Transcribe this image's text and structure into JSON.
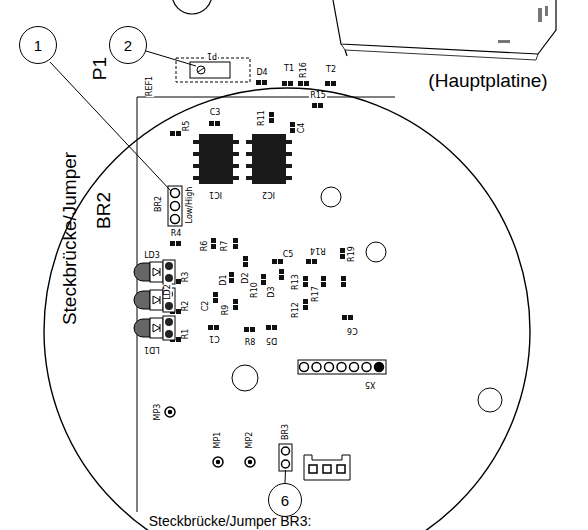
{
  "diagram": {
    "nodes": [
      {
        "text": [
          "1"
        ]
      },
      {
        "text": [
          "2"
        ]
      },
      {
        "text": [
          "6"
        ]
      }
    ],
    "labels": [
      "(Hauptplatine)",
      "P1",
      "Steckbrücke/Jumper",
      "BR2",
      "REF1",
      "P1",
      "D4",
      "T1",
      "R16",
      "T2",
      "R15",
      "C3",
      "R11",
      "C4",
      "R5",
      "BR2",
      "Low/High",
      "IC1",
      "IC2",
      "R4",
      "R6",
      "R7",
      "D2",
      "D1",
      "R3",
      "R2",
      "R1",
      "C2",
      "R9",
      "R8",
      "C1",
      "R10",
      "D3",
      "C5",
      "R14",
      "R13",
      "R17",
      "R12",
      "R19",
      "D5",
      "C6",
      "LD3",
      "LD2",
      "LD1",
      "X5",
      "MP3",
      "MP1",
      "MP2",
      "BR3",
      "Steckbrücke/Jumper BR3:"
    ]
  }
}
